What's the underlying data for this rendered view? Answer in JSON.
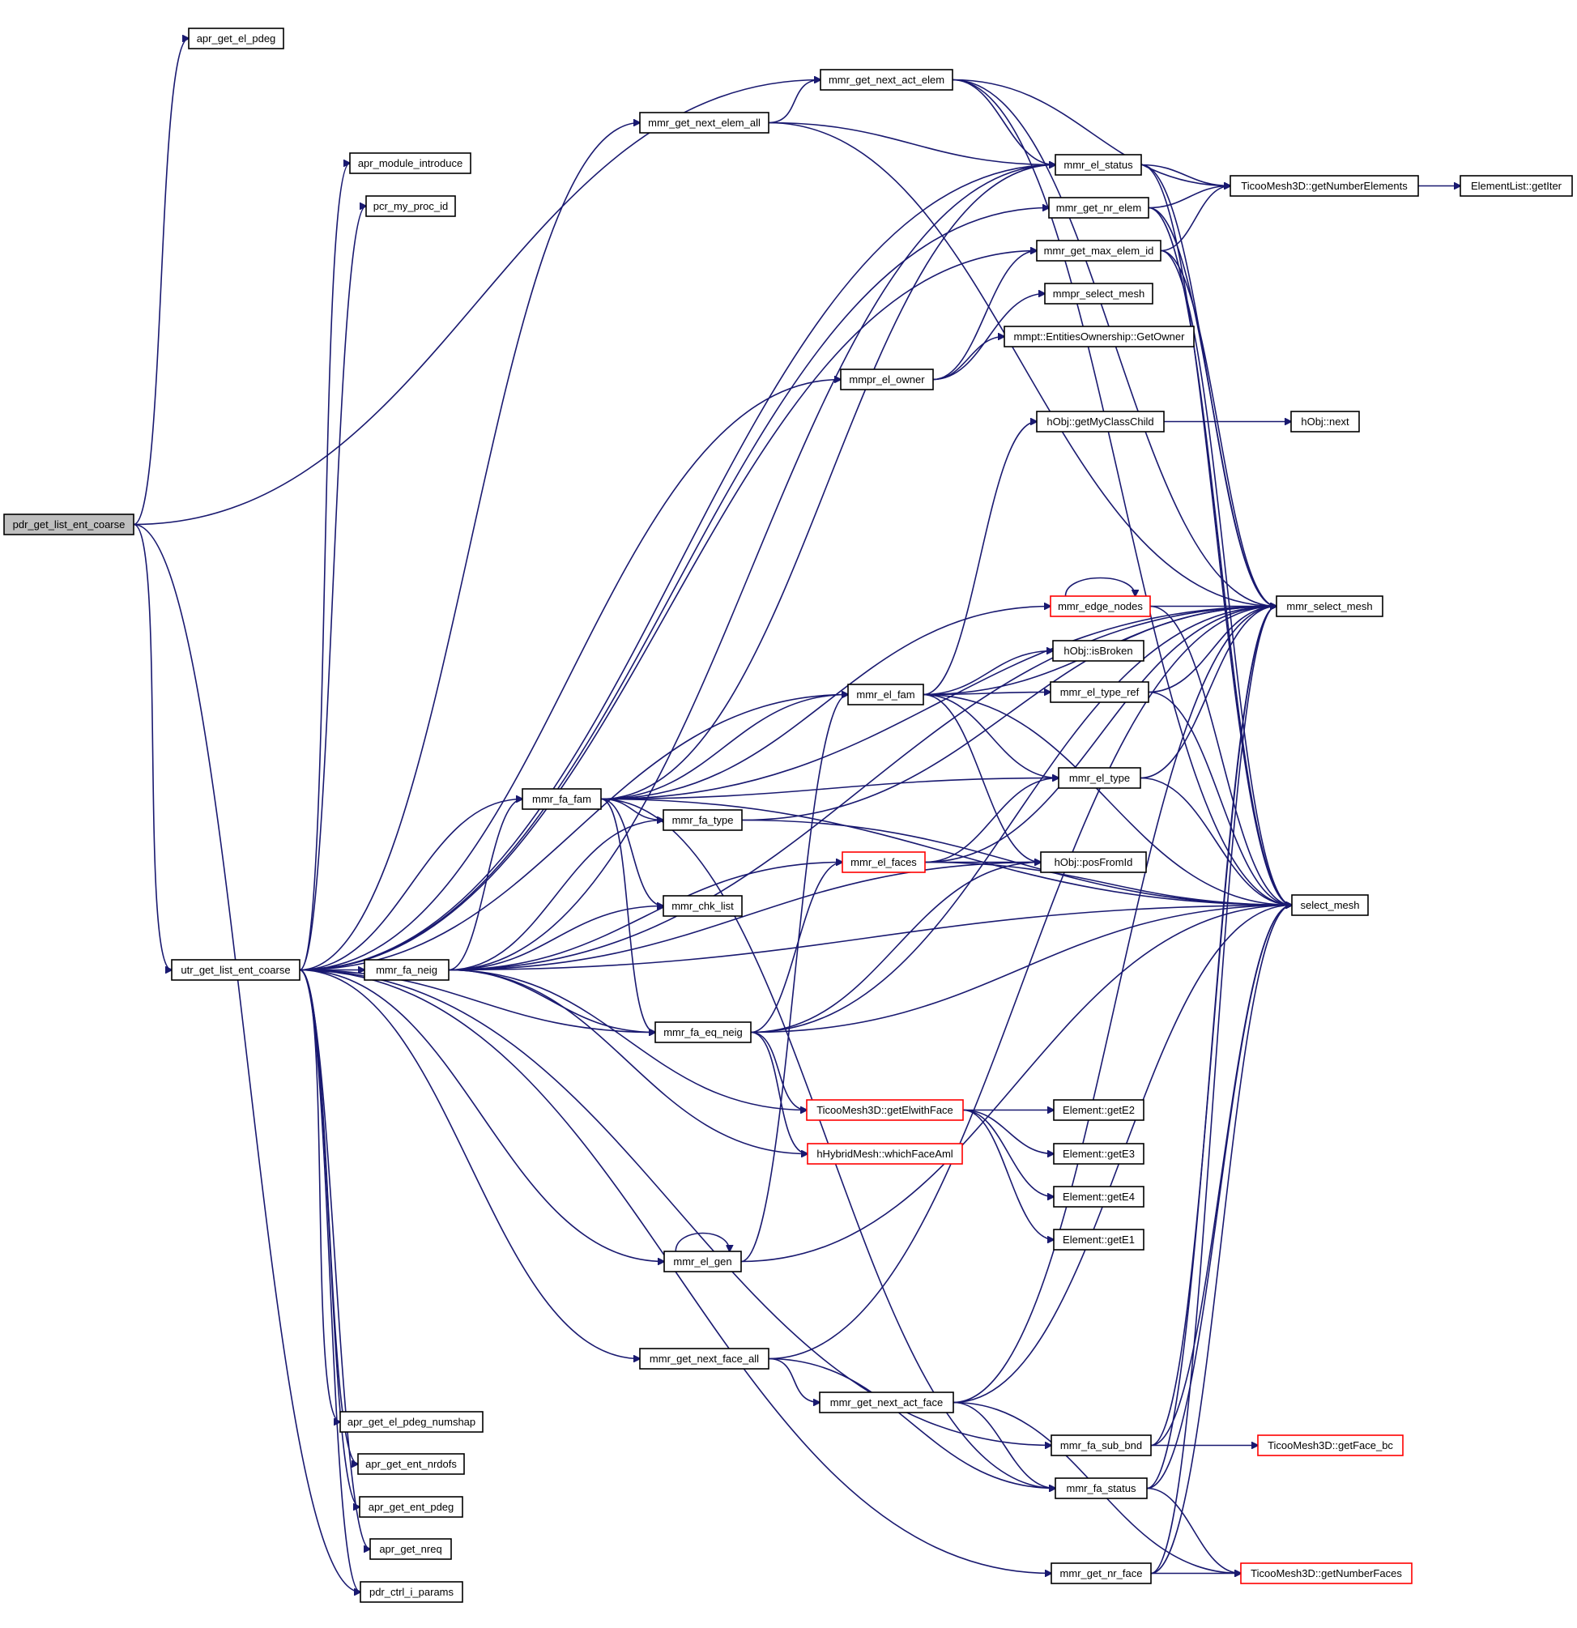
{
  "colors": {
    "edge": "#191970",
    "root_fill": "#bfbfbf",
    "node_fill": "#ffffff",
    "node_border": "#000000",
    "truncated_border": "#ff0000"
  },
  "nodes": [
    {
      "id": "pdr_get_list_ent_coarse",
      "label": "pdr_get_list_ent_coarse",
      "root": true
    },
    {
      "id": "apr_get_el_pdeg",
      "label": "apr_get_el_pdeg"
    },
    {
      "id": "utr_get_list_ent_coarse",
      "label": "utr_get_list_ent_coarse"
    },
    {
      "id": "pdr_ctrl_i_params",
      "label": "pdr_ctrl_i_params"
    },
    {
      "id": "mmr_get_next_act_elem",
      "label": "mmr_get_next_act_elem"
    },
    {
      "id": "mmr_get_next_elem_all",
      "label": "mmr_get_next_elem_all"
    },
    {
      "id": "apr_module_introduce",
      "label": "apr_module_introduce"
    },
    {
      "id": "pcr_my_proc_id",
      "label": "pcr_my_proc_id"
    },
    {
      "id": "mmr_el_status",
      "label": "mmr_el_status"
    },
    {
      "id": "mmr_get_nr_elem",
      "label": "mmr_get_nr_elem"
    },
    {
      "id": "mmr_get_max_elem_id",
      "label": "mmr_get_max_elem_id"
    },
    {
      "id": "mmpr_select_mesh",
      "label": "mmpr_select_mesh"
    },
    {
      "id": "mmpt_getowner",
      "label": "mmpt::EntitiesOwnership::GetOwner"
    },
    {
      "id": "mmpr_el_owner",
      "label": "mmpr_el_owner"
    },
    {
      "id": "hobj_getmyclasschild",
      "label": "hObj::getMyClassChild"
    },
    {
      "id": "hobj_next",
      "label": "hObj::next"
    },
    {
      "id": "ticoo_getnumberelements",
      "label": "TicooMesh3D::getNumberElements"
    },
    {
      "id": "elementlist_getiter",
      "label": "ElementList::getIter"
    },
    {
      "id": "mmr_select_mesh",
      "label": "mmr_select_mesh"
    },
    {
      "id": "mmr_edge_nodes",
      "label": "mmr_edge_nodes",
      "truncated": true
    },
    {
      "id": "hobj_isbroken",
      "label": "hObj::isBroken"
    },
    {
      "id": "mmr_el_fam",
      "label": "mmr_el_fam"
    },
    {
      "id": "mmr_el_type_ref",
      "label": "mmr_el_type_ref"
    },
    {
      "id": "mmr_el_type",
      "label": "mmr_el_type"
    },
    {
      "id": "mmr_fa_fam",
      "label": "mmr_fa_fam"
    },
    {
      "id": "mmr_fa_type",
      "label": "mmr_fa_type"
    },
    {
      "id": "mmr_el_faces",
      "label": "mmr_el_faces",
      "truncated": true
    },
    {
      "id": "hobj_posfromid",
      "label": "hObj::posFromId"
    },
    {
      "id": "mmr_chk_list",
      "label": "mmr_chk_list"
    },
    {
      "id": "select_mesh",
      "label": "select_mesh"
    },
    {
      "id": "mmr_fa_neig",
      "label": "mmr_fa_neig"
    },
    {
      "id": "mmr_fa_eq_neig",
      "label": "mmr_fa_eq_neig"
    },
    {
      "id": "ticoo_getelwithface",
      "label": "TicooMesh3D::getElwithFace",
      "truncated": true
    },
    {
      "id": "element_gete2",
      "label": "Element::getE2"
    },
    {
      "id": "element_gete3",
      "label": "Element::getE3"
    },
    {
      "id": "hhybrid_whichfaceaml",
      "label": "hHybridMesh::whichFaceAml",
      "truncated": true
    },
    {
      "id": "element_gete4",
      "label": "Element::getE4"
    },
    {
      "id": "element_gete1",
      "label": "Element::getE1"
    },
    {
      "id": "mmr_el_gen",
      "label": "mmr_el_gen"
    },
    {
      "id": "mmr_get_next_face_all",
      "label": "mmr_get_next_face_all"
    },
    {
      "id": "mmr_get_next_act_face",
      "label": "mmr_get_next_act_face"
    },
    {
      "id": "apr_get_el_pdeg_numshap",
      "label": "apr_get_el_pdeg_numshap"
    },
    {
      "id": "mmr_fa_sub_bnd",
      "label": "mmr_fa_sub_bnd"
    },
    {
      "id": "ticoo_getface_bc",
      "label": "TicooMesh3D::getFace_bc",
      "truncated": true
    },
    {
      "id": "apr_get_ent_nrdofs",
      "label": "apr_get_ent_nrdofs"
    },
    {
      "id": "mmr_fa_status",
      "label": "mmr_fa_status"
    },
    {
      "id": "apr_get_ent_pdeg",
      "label": "apr_get_ent_pdeg"
    },
    {
      "id": "apr_get_nreq",
      "label": "apr_get_nreq"
    },
    {
      "id": "mmr_get_nr_face",
      "label": "mmr_get_nr_face"
    },
    {
      "id": "ticoo_getnumberfaces",
      "label": "TicooMesh3D::getNumberFaces",
      "truncated": true
    }
  ],
  "edges": [
    [
      "pdr_get_list_ent_coarse",
      "apr_get_el_pdeg"
    ],
    [
      "pdr_get_list_ent_coarse",
      "mmr_get_next_act_elem"
    ],
    [
      "pdr_get_list_ent_coarse",
      "utr_get_list_ent_coarse"
    ],
    [
      "pdr_get_list_ent_coarse",
      "pdr_ctrl_i_params"
    ],
    [
      "mmr_get_next_act_elem",
      "ticoo_getnumberelements"
    ],
    [
      "mmr_get_next_act_elem",
      "mmr_el_status"
    ],
    [
      "mmr_get_next_act_elem",
      "mmr_select_mesh"
    ],
    [
      "mmr_get_next_act_elem",
      "select_mesh"
    ],
    [
      "mmr_get_next_elem_all",
      "mmr_get_next_act_elem"
    ],
    [
      "mmr_get_next_elem_all",
      "mmr_el_status"
    ],
    [
      "mmr_get_next_elem_all",
      "mmr_select_mesh"
    ],
    [
      "mmr_el_status",
      "ticoo_getnumberelements"
    ],
    [
      "mmr_el_status",
      "mmr_select_mesh"
    ],
    [
      "mmr_el_status",
      "select_mesh"
    ],
    [
      "ticoo_getnumberelements",
      "elementlist_getiter"
    ],
    [
      "mmr_get_nr_elem",
      "ticoo_getnumberelements"
    ],
    [
      "mmr_get_nr_elem",
      "mmr_select_mesh"
    ],
    [
      "mmr_get_nr_elem",
      "select_mesh"
    ],
    [
      "mmr_get_max_elem_id",
      "ticoo_getnumberelements"
    ],
    [
      "mmr_get_max_elem_id",
      "mmr_select_mesh"
    ],
    [
      "mmr_get_max_elem_id",
      "select_mesh"
    ],
    [
      "mmpr_el_owner",
      "mmr_get_max_elem_id"
    ],
    [
      "mmpr_el_owner",
      "mmpr_select_mesh"
    ],
    [
      "mmpr_el_owner",
      "mmpt_getowner"
    ],
    [
      "hobj_getmyclasschild",
      "hobj_next"
    ],
    [
      "mmr_edge_nodes",
      "mmr_edge_nodes"
    ],
    [
      "mmr_edge_nodes",
      "mmr_select_mesh"
    ],
    [
      "mmr_edge_nodes",
      "select_mesh"
    ],
    [
      "mmr_el_fam",
      "hobj_getmyclasschild"
    ],
    [
      "mmr_el_fam",
      "hobj_isbroken"
    ],
    [
      "mmr_el_fam",
      "mmr_el_type_ref"
    ],
    [
      "mmr_el_fam",
      "mmr_el_type"
    ],
    [
      "mmr_el_fam",
      "hobj_posfromid"
    ],
    [
      "mmr_el_fam",
      "mmr_select_mesh"
    ],
    [
      "mmr_el_fam",
      "select_mesh"
    ],
    [
      "mmr_el_type_ref",
      "mmr_select_mesh"
    ],
    [
      "mmr_el_type_ref",
      "select_mesh"
    ],
    [
      "mmr_el_type",
      "mmr_select_mesh"
    ],
    [
      "mmr_el_type",
      "select_mesh"
    ],
    [
      "mmr_fa_fam",
      "mmr_el_status"
    ],
    [
      "mmr_fa_fam",
      "mmr_select_mesh"
    ],
    [
      "mmr_fa_fam",
      "mmr_edge_nodes"
    ],
    [
      "mmr_fa_fam",
      "mmr_el_fam"
    ],
    [
      "mmr_fa_fam",
      "mmr_el_type"
    ],
    [
      "mmr_fa_fam",
      "mmr_fa_type"
    ],
    [
      "mmr_fa_fam",
      "mmr_chk_list"
    ],
    [
      "mmr_fa_fam",
      "mmr_fa_eq_neig"
    ],
    [
      "mmr_fa_fam",
      "select_mesh"
    ],
    [
      "mmr_fa_fam",
      "mmr_fa_status"
    ],
    [
      "mmr_fa_type",
      "mmr_select_mesh"
    ],
    [
      "mmr_fa_type",
      "select_mesh"
    ],
    [
      "mmr_el_faces",
      "hobj_posfromid"
    ],
    [
      "mmr_el_faces",
      "mmr_el_type"
    ],
    [
      "mmr_el_faces",
      "mmr_select_mesh"
    ],
    [
      "mmr_el_faces",
      "select_mesh"
    ],
    [
      "mmr_fa_neig",
      "mmr_fa_fam"
    ],
    [
      "mmr_fa_neig",
      "mmr_fa_type"
    ],
    [
      "mmr_fa_neig",
      "mmr_chk_list"
    ],
    [
      "mmr_fa_neig",
      "mmr_el_faces"
    ],
    [
      "mmr_fa_neig",
      "mmr_fa_eq_neig"
    ],
    [
      "mmr_fa_neig",
      "ticoo_getelwithface"
    ],
    [
      "mmr_fa_neig",
      "hhybrid_whichfaceaml"
    ],
    [
      "mmr_fa_neig",
      "mmr_select_mesh"
    ],
    [
      "mmr_fa_neig",
      "select_mesh"
    ],
    [
      "mmr_fa_neig",
      "hobj_posfromid"
    ],
    [
      "mmr_fa_neig",
      "mmr_el_status"
    ],
    [
      "mmr_fa_eq_neig",
      "mmr_el_faces"
    ],
    [
      "mmr_fa_eq_neig",
      "hobj_posfromid"
    ],
    [
      "mmr_fa_eq_neig",
      "ticoo_getelwithface"
    ],
    [
      "mmr_fa_eq_neig",
      "hhybrid_whichfaceaml"
    ],
    [
      "mmr_fa_eq_neig",
      "mmr_select_mesh"
    ],
    [
      "mmr_fa_eq_neig",
      "select_mesh"
    ],
    [
      "ticoo_getelwithface",
      "element_gete2"
    ],
    [
      "ticoo_getelwithface",
      "element_gete3"
    ],
    [
      "ticoo_getelwithface",
      "element_gete4"
    ],
    [
      "ticoo_getelwithface",
      "element_gete1"
    ],
    [
      "mmr_el_gen",
      "mmr_el_gen"
    ],
    [
      "mmr_el_gen",
      "mmr_el_fam"
    ],
    [
      "mmr_el_gen",
      "select_mesh"
    ],
    [
      "mmr_get_next_face_all",
      "mmr_get_next_act_face"
    ],
    [
      "mmr_get_next_face_all",
      "mmr_fa_status"
    ],
    [
      "mmr_get_next_face_all",
      "mmr_select_mesh"
    ],
    [
      "mmr_get_next_act_face",
      "mmr_fa_status"
    ],
    [
      "mmr_get_next_act_face",
      "mmr_select_mesh"
    ],
    [
      "mmr_get_next_act_face",
      "ticoo_getnumberfaces"
    ],
    [
      "mmr_get_next_act_face",
      "select_mesh"
    ],
    [
      "mmr_fa_sub_bnd",
      "ticoo_getface_bc"
    ],
    [
      "mmr_fa_sub_bnd",
      "mmr_select_mesh"
    ],
    [
      "mmr_fa_sub_bnd",
      "select_mesh"
    ],
    [
      "mmr_fa_status",
      "ticoo_getnumberfaces"
    ],
    [
      "mmr_fa_status",
      "mmr_select_mesh"
    ],
    [
      "mmr_fa_status",
      "select_mesh"
    ],
    [
      "mmr_get_nr_face",
      "ticoo_getnumberfaces"
    ],
    [
      "mmr_get_nr_face",
      "mmr_select_mesh"
    ],
    [
      "mmr_get_nr_face",
      "select_mesh"
    ],
    [
      "utr_get_list_ent_coarse",
      "mmr_get_next_elem_all"
    ],
    [
      "utr_get_list_ent_coarse",
      "apr_module_introduce"
    ],
    [
      "utr_get_list_ent_coarse",
      "pcr_my_proc_id"
    ],
    [
      "utr_get_list_ent_coarse",
      "mmr_el_status"
    ],
    [
      "utr_get_list_ent_coarse",
      "mmr_get_nr_elem"
    ],
    [
      "utr_get_list_ent_coarse",
      "mmr_get_max_elem_id"
    ],
    [
      "utr_get_list_ent_coarse",
      "mmpr_el_owner"
    ],
    [
      "utr_get_list_ent_coarse",
      "mmr_el_fam"
    ],
    [
      "utr_get_list_ent_coarse",
      "mmr_fa_fam"
    ],
    [
      "utr_get_list_ent_coarse",
      "mmr_fa_neig"
    ],
    [
      "utr_get_list_ent_coarse",
      "mmr_fa_eq_neig"
    ],
    [
      "utr_get_list_ent_coarse",
      "mmr_el_gen"
    ],
    [
      "utr_get_list_ent_coarse",
      "mmr_get_next_face_all"
    ],
    [
      "utr_get_list_ent_coarse",
      "mmr_fa_sub_bnd"
    ],
    [
      "utr_get_list_ent_coarse",
      "mmr_get_nr_face"
    ],
    [
      "utr_get_list_ent_coarse",
      "apr_get_el_pdeg_numshap"
    ],
    [
      "utr_get_list_ent_coarse",
      "apr_get_ent_nrdofs"
    ],
    [
      "utr_get_list_ent_coarse",
      "apr_get_ent_pdeg"
    ],
    [
      "utr_get_list_ent_coarse",
      "apr_get_nreq"
    ],
    [
      "utr_get_list_ent_coarse",
      "pdr_ctrl_i_params"
    ]
  ]
}
